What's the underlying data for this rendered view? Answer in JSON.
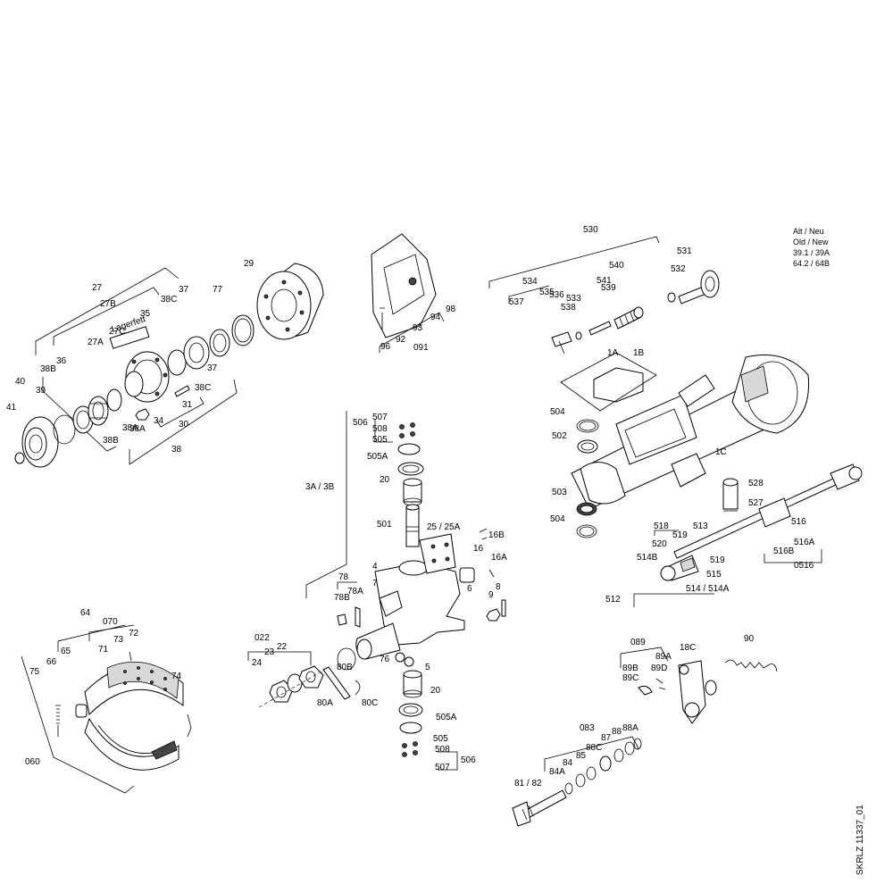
{
  "notes": [
    "Alt / Neu",
    "Old / New",
    "39.1 / 39A",
    "64.2 / 64B"
  ],
  "document_id": "SKRLZ 11337_01",
  "callouts": [
    "27",
    "27B",
    "27C",
    "Lagerfett",
    "27A",
    "38A",
    "36",
    "38B",
    "40",
    "39",
    "41",
    "38B",
    "38A",
    "34",
    "31",
    "30",
    "38",
    "38C",
    "35",
    "38C",
    "37",
    "77",
    "37",
    "29",
    "98",
    "94",
    "93",
    "92",
    "96",
    "091",
    "530",
    "531",
    "532",
    "540",
    "541",
    "539",
    "534",
    "535",
    "536",
    "533",
    "538",
    "537",
    "1A",
    "1B",
    "504",
    "502",
    "1C",
    "528",
    "527",
    "503",
    "504",
    "506",
    "507",
    "508",
    "505",
    "505A",
    "20",
    "501",
    "25 / 25A",
    "3A / 3B",
    "16B",
    "16",
    "16A",
    "4",
    "7",
    "6",
    "9",
    "8",
    "78",
    "78B",
    "78A",
    "76",
    "5",
    "20",
    "505A",
    "505",
    "508",
    "507",
    "506",
    "022",
    "23",
    "22",
    "24",
    "80B",
    "80A",
    "80C",
    "518",
    "519",
    "520",
    "514B",
    "519",
    "515",
    "514 / 514A",
    "513",
    "516",
    "516A",
    "516B",
    "0516",
    "512",
    "64",
    "070",
    "65",
    "66",
    "75",
    "73",
    "71",
    "72",
    "74",
    "060",
    "089",
    "89B",
    "89A",
    "89D",
    "89C",
    "18C",
    "90",
    "083",
    "88A",
    "88",
    "87",
    "88C",
    "85",
    "84",
    "84A",
    "81 / 82"
  ]
}
